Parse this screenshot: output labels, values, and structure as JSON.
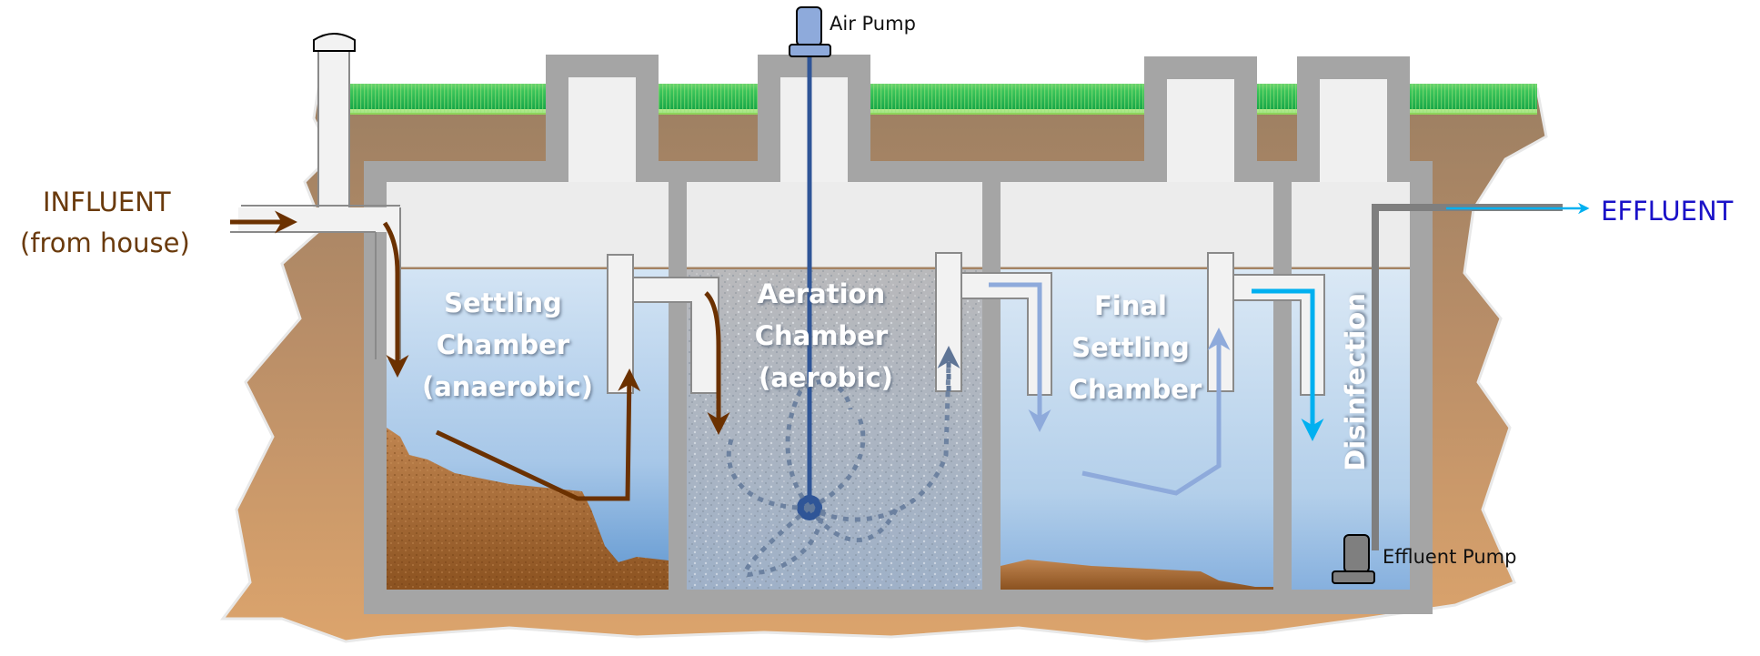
{
  "title": "Aerobic septic treatment system cross-section",
  "labels": {
    "influent_line1": "INFLUENT",
    "influent_line2": "(from house)",
    "effluent": "EFFLUENT",
    "air_pump": "Air Pump",
    "effluent_pump": "Effluent Pump",
    "disinfection": "Disinfection"
  },
  "chambers": [
    {
      "id": "settling",
      "lines": [
        "Settling",
        "Chamber",
        "(anaerobic)"
      ]
    },
    {
      "id": "aeration",
      "lines": [
        "Aeration",
        "Chamber",
        "(aerobic)"
      ]
    },
    {
      "id": "final-settling",
      "lines": [
        "Final",
        "Settling",
        "Chamber"
      ]
    }
  ],
  "icons": {
    "vent_cap": "vent-cap-icon",
    "air_pump": "air-pump-icon",
    "air_diffuser": "diffuser-icon",
    "effluent_pump": "effluent-pump-icon"
  },
  "colors": {
    "influent_flow": "#6b3100",
    "effluent_text": "#1a12c8",
    "clean_flow": "#00b0f0",
    "settled_flow": "#8eaadb",
    "air_line": "#2f5597",
    "concrete": "#a5a5a5",
    "pipe": "#f0f0f0",
    "grass": "#22b24c",
    "soil_top": "#9c7f62",
    "soil_bottom": "#d9a36b",
    "sludge": "#a0622a",
    "water_top": "#cfe1f3",
    "water_bottom": "#6a9fd6"
  }
}
